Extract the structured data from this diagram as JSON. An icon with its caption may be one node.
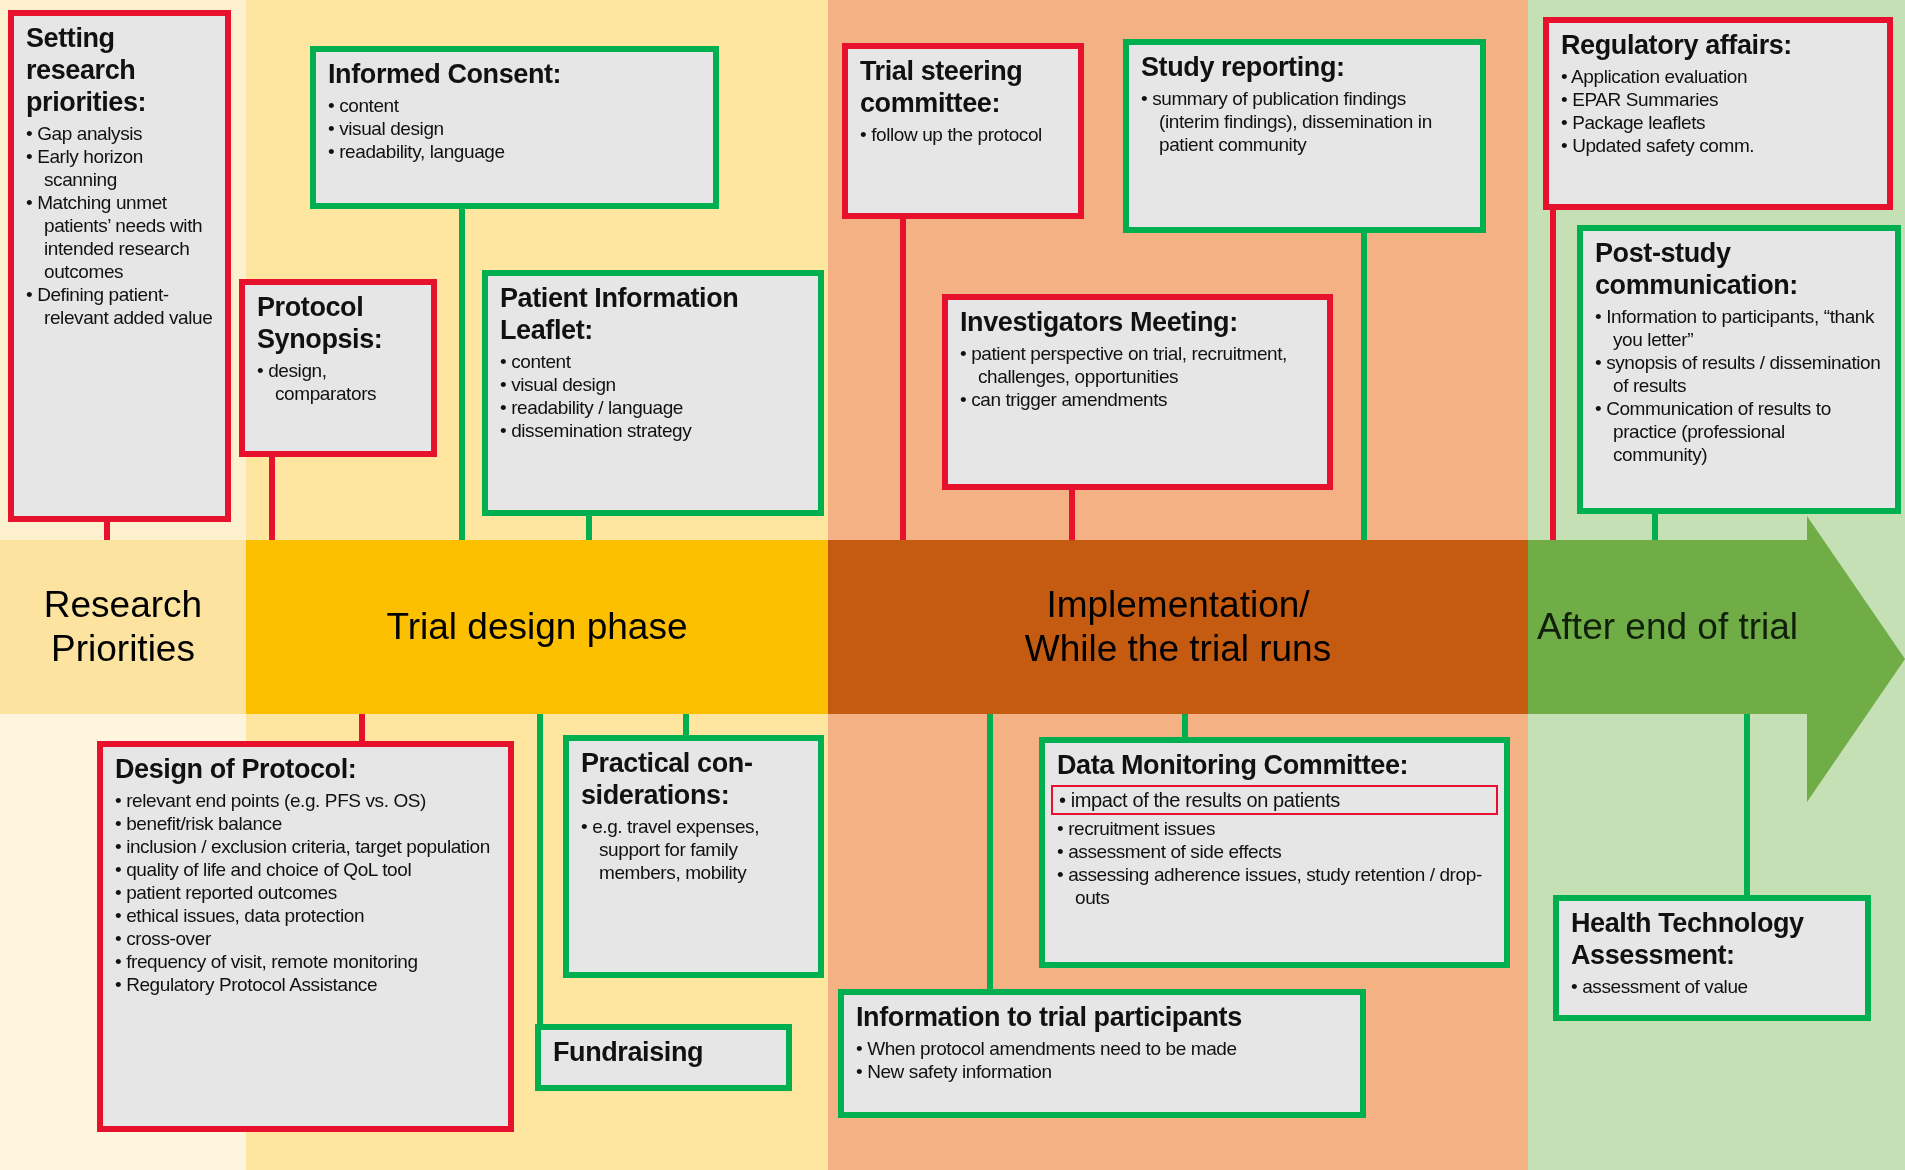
{
  "diagram": {
    "nodes": [
      {
        "text": [
          "Research Priorities"
        ]
      },
      {
        "text": [
          "Trial design phase"
        ]
      },
      {
        "text": [
          "Implementation/ While the trial runs"
        ]
      },
      {
        "text": [
          "After end of trial"
        ]
      },
      {
        "text": [
          "Setting research priorities:",
          "• Gap analysis",
          "• Early horizon scanning",
          "• Matching unmet patients’ needs with intended research outcomes",
          "• Defining patient-relevant added value"
        ]
      },
      {
        "text": [
          "Informed Consent:",
          "• content",
          "• visual design",
          "• readability, language"
        ]
      },
      {
        "text": [
          "Protocol Synopsis:",
          "• design, comparators"
        ]
      },
      {
        "text": [
          "Patient Information Leaflet:",
          "• content",
          "• visual design",
          "• readability / language",
          "• dissemination strategy"
        ]
      },
      {
        "text": [
          "Trial steering committee:",
          "• follow up the protocol"
        ]
      },
      {
        "text": [
          "Study reporting:",
          "• summary of publication findings (interim findings), dissemination in patient community"
        ]
      },
      {
        "text": [
          "Investigators Meeting:",
          "• patient perspective on trial, recruitment, challenges, opportunities",
          "• can trigger amendments"
        ]
      },
      {
        "text": [
          "Regulatory affairs:",
          "• Application evaluation",
          "• EPAR Summaries",
          "• Package leaflets",
          "• Updated safety comm."
        ]
      },
      {
        "text": [
          "Post-study communication:",
          "• Information to participants, “thank you letter”",
          "• synopsis of results / dissemination of results",
          "• Communication of results to practice (professional community)"
        ]
      },
      {
        "text": [
          "Design of Protocol:",
          "• relevant end points (e.g. PFS vs. OS)",
          "• benefit/risk balance",
          "• inclusion / exclusion criteria, target population",
          "• quality of life and choice of QoL tool",
          "• patient reported outcomes",
          "• ethical issues, data protection",
          "• cross-over",
          "• frequency of visit, remote monitoring",
          "• Regulatory Protocol Assistance"
        ]
      },
      {
        "text": [
          "Practical con-siderations:",
          "• e.g. travel expenses, support for family members, mobility"
        ]
      },
      {
        "text": [
          "Fundraising"
        ]
      },
      {
        "text": [
          "Data Monitoring Committee:",
          "• recruitment issues",
          "• assessment of side effects",
          "• assessing adherence issues, study retention / drop-outs"
        ]
      },
      {
        "text": [
          "• impact of the results on patients"
        ],
        "in": 16
      },
      {
        "text": [
          "Information to trial participants",
          "• When protocol amendments need to be made",
          "• New safety information"
        ]
      },
      {
        "text": [
          "Health Technology Assessment:",
          "• assessment of value"
        ]
      }
    ],
    "edges": [
      {
        "from": 4,
        "to": 0,
        "arrow": "none",
        "color": "#e8112d"
      },
      {
        "from": 5,
        "to": 1,
        "arrow": "none"
      },
      {
        "from": 6,
        "to": 1,
        "arrow": "none",
        "color": "#e8112d"
      },
      {
        "from": 7,
        "to": 1,
        "arrow": "none"
      },
      {
        "from": 8,
        "to": 2,
        "arrow": "none",
        "color": "#e8112d"
      },
      {
        "from": 9,
        "to": 2,
        "arrow": "none"
      },
      {
        "from": 10,
        "to": 2,
        "arrow": "none",
        "color": "#e8112d"
      },
      {
        "from": 11,
        "to": 3,
        "arrow": "none",
        "color": "#e8112d"
      },
      {
        "from": 12,
        "to": 3,
        "arrow": "none"
      },
      {
        "from": 13,
        "to": 1,
        "arrow": "none",
        "color": "#e8112d"
      },
      {
        "from": 14,
        "to": 1,
        "arrow": "none"
      },
      {
        "from": 15,
        "to": 1,
        "arrow": "none"
      },
      {
        "from": 16,
        "to": 2,
        "arrow": "none"
      },
      {
        "from": 18,
        "to": 2,
        "arrow": "none"
      },
      {
        "from": 19,
        "to": 3,
        "arrow": "none"
      }
    ]
  }
}
